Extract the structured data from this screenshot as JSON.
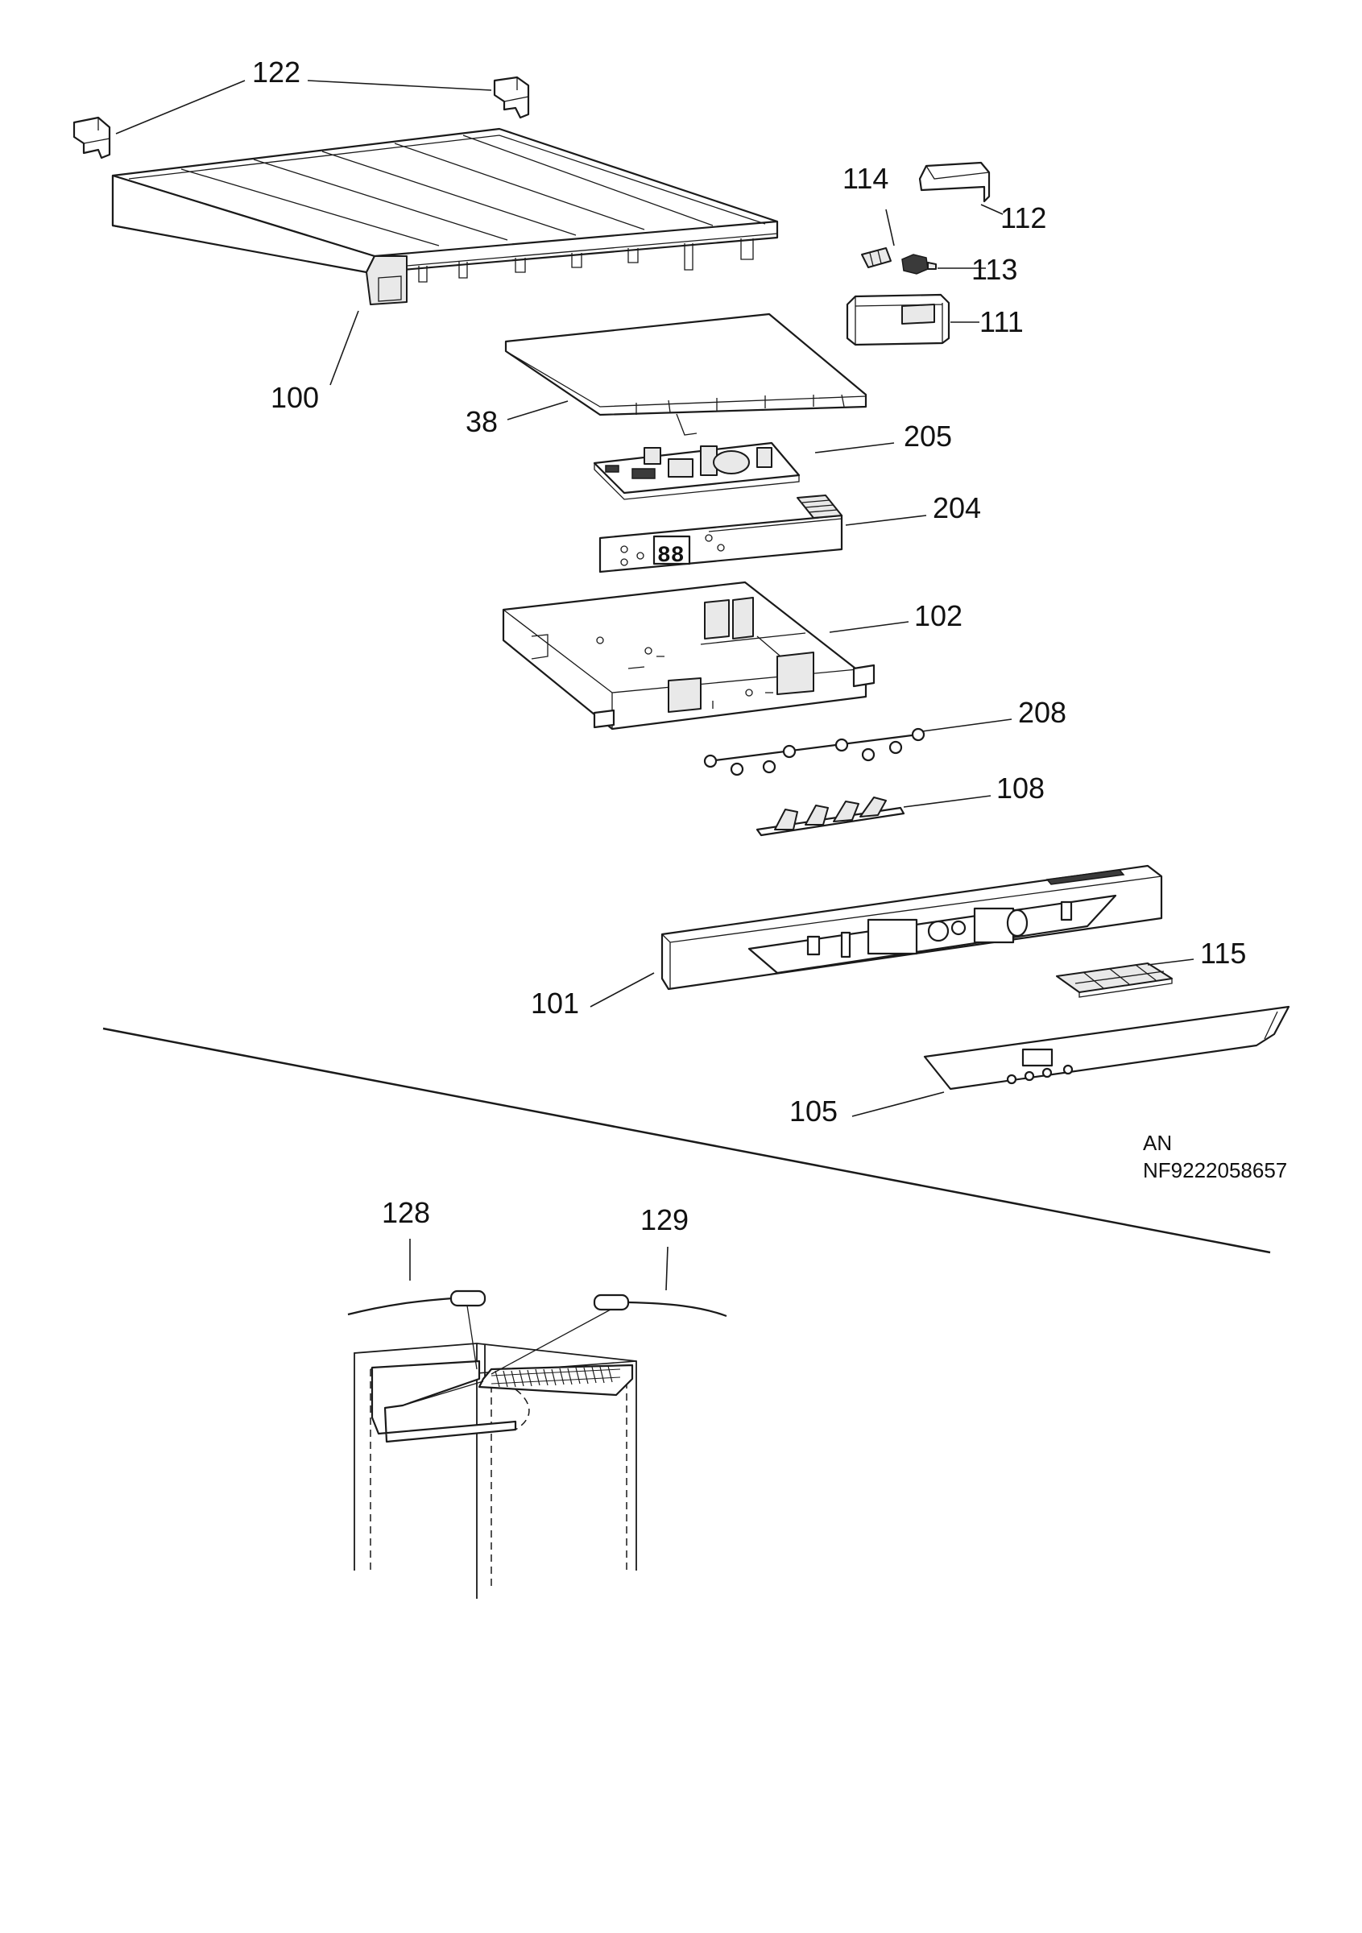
{
  "callouts": [
    {
      "id": "122",
      "text": "122"
    },
    {
      "id": "100",
      "text": "100"
    },
    {
      "id": "114",
      "text": "114"
    },
    {
      "id": "112",
      "text": "112"
    },
    {
      "id": "113",
      "text": "113"
    },
    {
      "id": "111",
      "text": "111"
    },
    {
      "id": "38",
      "text": "38"
    },
    {
      "id": "205",
      "text": "205"
    },
    {
      "id": "204",
      "text": "204"
    },
    {
      "id": "102",
      "text": "102"
    },
    {
      "id": "208",
      "text": "208"
    },
    {
      "id": "108",
      "text": "108"
    },
    {
      "id": "115",
      "text": "115"
    },
    {
      "id": "101",
      "text": "101"
    },
    {
      "id": "105",
      "text": "105"
    },
    {
      "id": "128",
      "text": "128"
    },
    {
      "id": "129",
      "text": "129"
    }
  ],
  "code_block": {
    "line1": "AN",
    "line2": "NF9222058657"
  },
  "display_digits": "88"
}
